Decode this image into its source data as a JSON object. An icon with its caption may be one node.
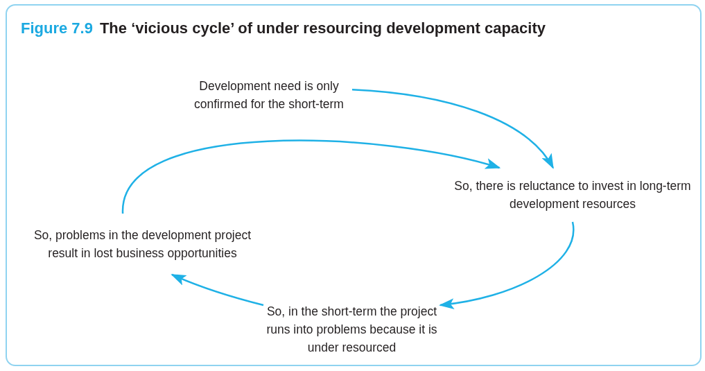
{
  "diagram": {
    "title": "The ‘vicious cycle’ of under resourcing development capacity",
    "nodes": [
      {
        "text": [
          "Development need is only confirmed for the short-term"
        ]
      },
      {
        "text": [
          "So, there is reluctance to invest in long-term development resources"
        ]
      },
      {
        "text": [
          "So, in the short-term the project runs into problems because it is under resourced"
        ]
      },
      {
        "text": [
          "So, problems in the development project result in lost business opportunities"
        ]
      }
    ],
    "edges": [
      {
        "from": 0,
        "to": 1,
        "arrow": "to"
      },
      {
        "from": 1,
        "to": 2,
        "arrow": "to"
      },
      {
        "from": 2,
        "to": 3,
        "arrow": "to"
      },
      {
        "from": 3,
        "to": 1,
        "arrow": "to"
      }
    ],
    "labels": [
      "Figure 7.9"
    ]
  }
}
